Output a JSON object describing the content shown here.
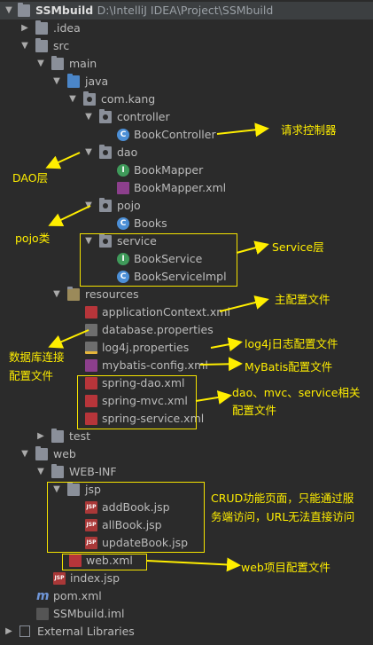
{
  "project": {
    "name": "SSMbuild",
    "path": "D:\\IntelliJ IDEA\\Project\\SSMbuild"
  },
  "tree": {
    "idea": ".idea",
    "src": "src",
    "main": "main",
    "java": "java",
    "com_kang": "com.kang",
    "controller": "controller",
    "book_controller": "BookController",
    "dao": "dao",
    "book_mapper": "BookMapper",
    "book_mapper_xml": "BookMapper.xml",
    "pojo": "pojo",
    "books": "Books",
    "service": "service",
    "book_service": "BookService",
    "book_service_impl": "BookServiceImpl",
    "resources": "resources",
    "application_context": "applicationContext.xml",
    "database_properties": "database.properties",
    "log4j_properties": "log4j.properties",
    "mybatis_config": "mybatis-config.xml",
    "spring_dao": "spring-dao.xml",
    "spring_mvc": "spring-mvc.xml",
    "spring_service": "spring-service.xml",
    "test": "test",
    "web": "web",
    "web_inf": "WEB-INF",
    "jsp": "jsp",
    "add_book": "addBook.jsp",
    "all_book": "allBook.jsp",
    "update_book": "updateBook.jsp",
    "web_xml": "web.xml",
    "index_jsp": "index.jsp",
    "pom_xml": "pom.xml",
    "iml": "SSMbuild.iml",
    "external_libraries": "External Libraries",
    "iml_badge": "m"
  },
  "annotations": {
    "controller": "请求控制器",
    "dao": "DAO层",
    "pojo": "pojo类",
    "service": "Service层",
    "main_config": "主配置文件",
    "db_line1": "数据库连接",
    "db_line2": "配置文件",
    "log4j": "log4j日志配置文件",
    "mybatis": "MyBatis配置文件",
    "spring_line1": "dao、mvc、service相关",
    "spring_line2": "配置文件",
    "crud_line1": "CRUD功能页面，只能通过服",
    "crud_line2": "务端访问，URL无法直接访问",
    "web": "web项目配置文件"
  },
  "colors": {
    "background": "#2b2b2b",
    "annotation": "#ffee00",
    "text": "#bbbbbb"
  }
}
